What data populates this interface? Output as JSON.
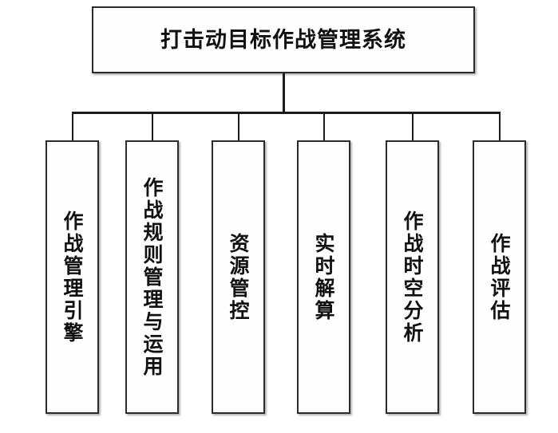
{
  "diagram": {
    "title": "打击动目标作战管理系统",
    "root": {
      "label": "打击动目标作战管理系统",
      "shape": "rectangle",
      "orientation": "horizontal"
    },
    "connector": {
      "style": "orthogonal-tree",
      "color": "#1c1c1c"
    },
    "colors": {
      "border": "#2b2b2b",
      "fill": "#fefefe",
      "text": "#111111",
      "connector": "#1c1c1c",
      "background": "#ffffff"
    },
    "children": [
      {
        "id": "child-1",
        "label": "作战管理引擎",
        "orientation": "vertical"
      },
      {
        "id": "child-2",
        "label": "作战规则管理与运用",
        "orientation": "vertical"
      },
      {
        "id": "child-3",
        "label": "资源管控",
        "orientation": "vertical"
      },
      {
        "id": "child-4",
        "label": "实时解算",
        "orientation": "vertical"
      },
      {
        "id": "child-5",
        "label": "作战时空分析",
        "orientation": "vertical"
      },
      {
        "id": "child-6",
        "label": "作战评估",
        "orientation": "vertical"
      }
    ]
  }
}
